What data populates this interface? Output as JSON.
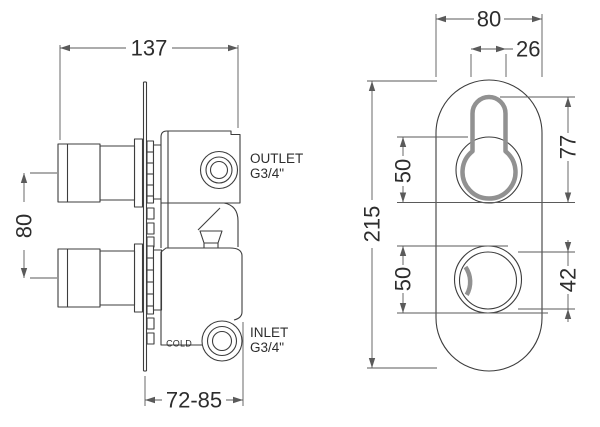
{
  "drawing": {
    "title": "thermostatic-shower-valve-dimension-drawing",
    "colors": {
      "line": "#3d3d3d",
      "dim": "#5a5a5a",
      "text": "#2d2d2d",
      "handle_gray": "#919191",
      "background": "#ffffff"
    },
    "side_view": {
      "width_dim": "137",
      "handle_spacing_dim": "80",
      "depth_dim": "72-85",
      "outlet_label_line1": "OUTLET",
      "outlet_label_line2": "G3/4\"",
      "inlet_label_line1": "INLET",
      "inlet_label_line2": "G3/4\"",
      "cold_marking": "COLD"
    },
    "front_view": {
      "plate_width_dim": "80",
      "handle_slot_width_dim": "26",
      "plate_height_dim": "215",
      "upper_trim_dim": "50",
      "lower_trim_dim": "50",
      "keyhole_height_dim": "77",
      "lower_handle_dia_dim": "42"
    }
  }
}
